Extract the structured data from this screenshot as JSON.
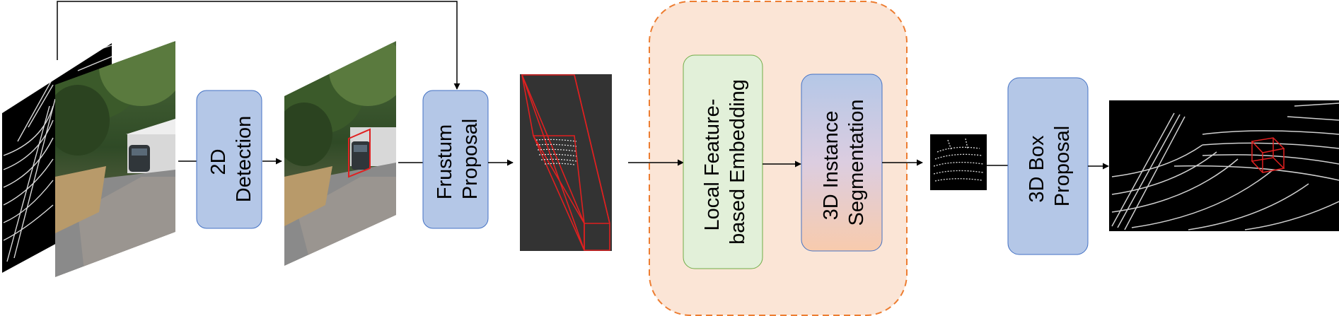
{
  "boxes": {
    "detection_2d": {
      "line1": "2D",
      "line2": "Detection"
    },
    "frustum_proposal": {
      "line1": "Frustum",
      "line2": "Proposal"
    },
    "local_feature": {
      "line1": "Local Feature-",
      "line2": "based Embedding"
    },
    "instance_seg": {
      "line1": "3D Instance",
      "line2": "Segmentation"
    },
    "box_proposal": {
      "line1": "3D Box",
      "line2": "Proposal"
    }
  },
  "colors": {
    "blue_box": "#b4c7e7",
    "blue_border": "#4472c4",
    "green_box": "#e2f0d9",
    "green_border": "#70ad47",
    "orange_region": "#fbe5d6",
    "orange_border": "#ed7d31",
    "frustum_red": "#e02020",
    "dark_panel": "#333333"
  },
  "icons": {
    "input_lidar": "lidar-scan-image",
    "input_camera": "camera-image",
    "detected_image": "camera-image-with-2d-box",
    "frustum_crop": "frustum-point-cloud",
    "segmented_points": "segmented-object-points",
    "output_scene": "lidar-scene-with-3d-box"
  }
}
